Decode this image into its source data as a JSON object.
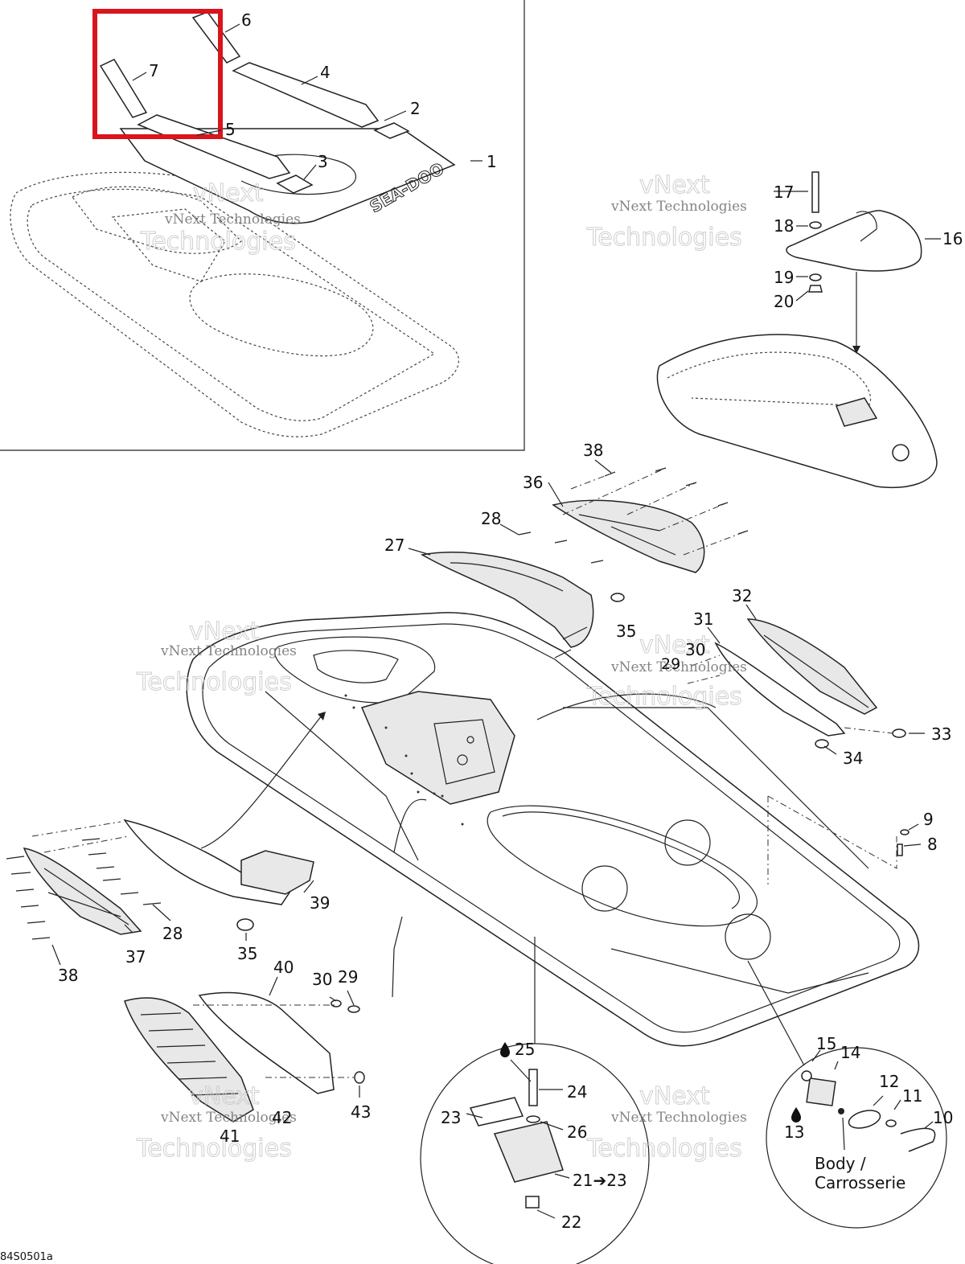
{
  "callouts": [
    {
      "id": "c1",
      "text": "1"
    },
    {
      "id": "c2",
      "text": "2"
    },
    {
      "id": "c3",
      "text": "3"
    },
    {
      "id": "c4",
      "text": "4"
    },
    {
      "id": "c5",
      "text": "5"
    },
    {
      "id": "c6",
      "text": "6"
    },
    {
      "id": "c7",
      "text": "7"
    },
    {
      "id": "c8",
      "text": "8"
    },
    {
      "id": "c9",
      "text": "9"
    },
    {
      "id": "c10",
      "text": "10"
    },
    {
      "id": "c11",
      "text": "11"
    },
    {
      "id": "c12",
      "text": "12"
    },
    {
      "id": "c13",
      "text": "13"
    },
    {
      "id": "c14",
      "text": "14"
    },
    {
      "id": "c15",
      "text": "15"
    },
    {
      "id": "c16",
      "text": "16"
    },
    {
      "id": "c17",
      "text": "17"
    },
    {
      "id": "c18",
      "text": "18"
    },
    {
      "id": "c19",
      "text": "19"
    },
    {
      "id": "c20",
      "text": "20"
    },
    {
      "id": "c21",
      "text": "21➔23"
    },
    {
      "id": "c22",
      "text": "22"
    },
    {
      "id": "c23",
      "text": "23"
    },
    {
      "id": "c24",
      "text": "24"
    },
    {
      "id": "c25",
      "text": "25"
    },
    {
      "id": "c26",
      "text": "26"
    },
    {
      "id": "c27",
      "text": "27"
    },
    {
      "id": "c28a",
      "text": "28"
    },
    {
      "id": "c28b",
      "text": "28"
    },
    {
      "id": "c29a",
      "text": "29"
    },
    {
      "id": "c29b",
      "text": "29"
    },
    {
      "id": "c30a",
      "text": "30"
    },
    {
      "id": "c30b",
      "text": "30"
    },
    {
      "id": "c31",
      "text": "31"
    },
    {
      "id": "c32",
      "text": "32"
    },
    {
      "id": "c33",
      "text": "33"
    },
    {
      "id": "c34",
      "text": "34"
    },
    {
      "id": "c35a",
      "text": "35"
    },
    {
      "id": "c35b",
      "text": "35"
    },
    {
      "id": "c36",
      "text": "36"
    },
    {
      "id": "c37",
      "text": "37"
    },
    {
      "id": "c38a",
      "text": "38"
    },
    {
      "id": "c38b",
      "text": "38"
    },
    {
      "id": "c39",
      "text": "39"
    },
    {
      "id": "c40",
      "text": "40"
    },
    {
      "id": "c41",
      "text": "41"
    },
    {
      "id": "c42",
      "text": "42"
    },
    {
      "id": "c43",
      "text": "43"
    }
  ],
  "body_label": {
    "line1": "Body /",
    "line2": "Carrosserie"
  },
  "logo_text": "SEA-DOO",
  "drawing_code": "84S0501a",
  "watermark": {
    "line1": "vNext Technologies",
    "line2": "vNext",
    "line3": "Technologies"
  },
  "colors": {
    "highlight": "#d9141c",
    "line": "#222222",
    "watermark": "#c9c9c9"
  }
}
